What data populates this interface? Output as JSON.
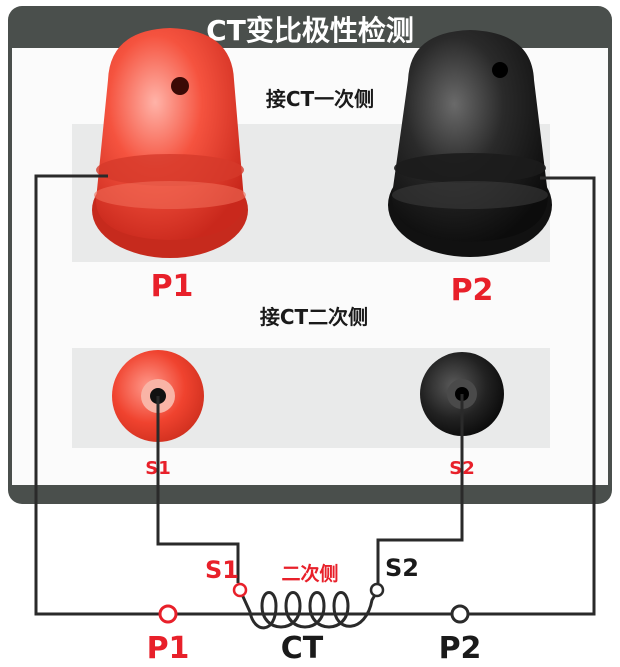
{
  "panel": {
    "title": "CT变比极性检测",
    "primary_label": "接CT一次侧",
    "secondary_label": "接CT二次侧"
  },
  "terminals": {
    "p1": "P1",
    "p2": "P2",
    "s1": "S1",
    "s2": "S2"
  },
  "ct": {
    "name": "CT",
    "secondary_side_label": "二次侧",
    "s1": "S1",
    "s2": "S2",
    "p1": "P1",
    "p2": "P2"
  },
  "colors": {
    "red_terminal": "#f04a3c",
    "black_terminal": "#1e1e1e",
    "label_red": "#e8202a",
    "wire": "#2a2a2a",
    "panel_frame": "#4a4f4c"
  }
}
